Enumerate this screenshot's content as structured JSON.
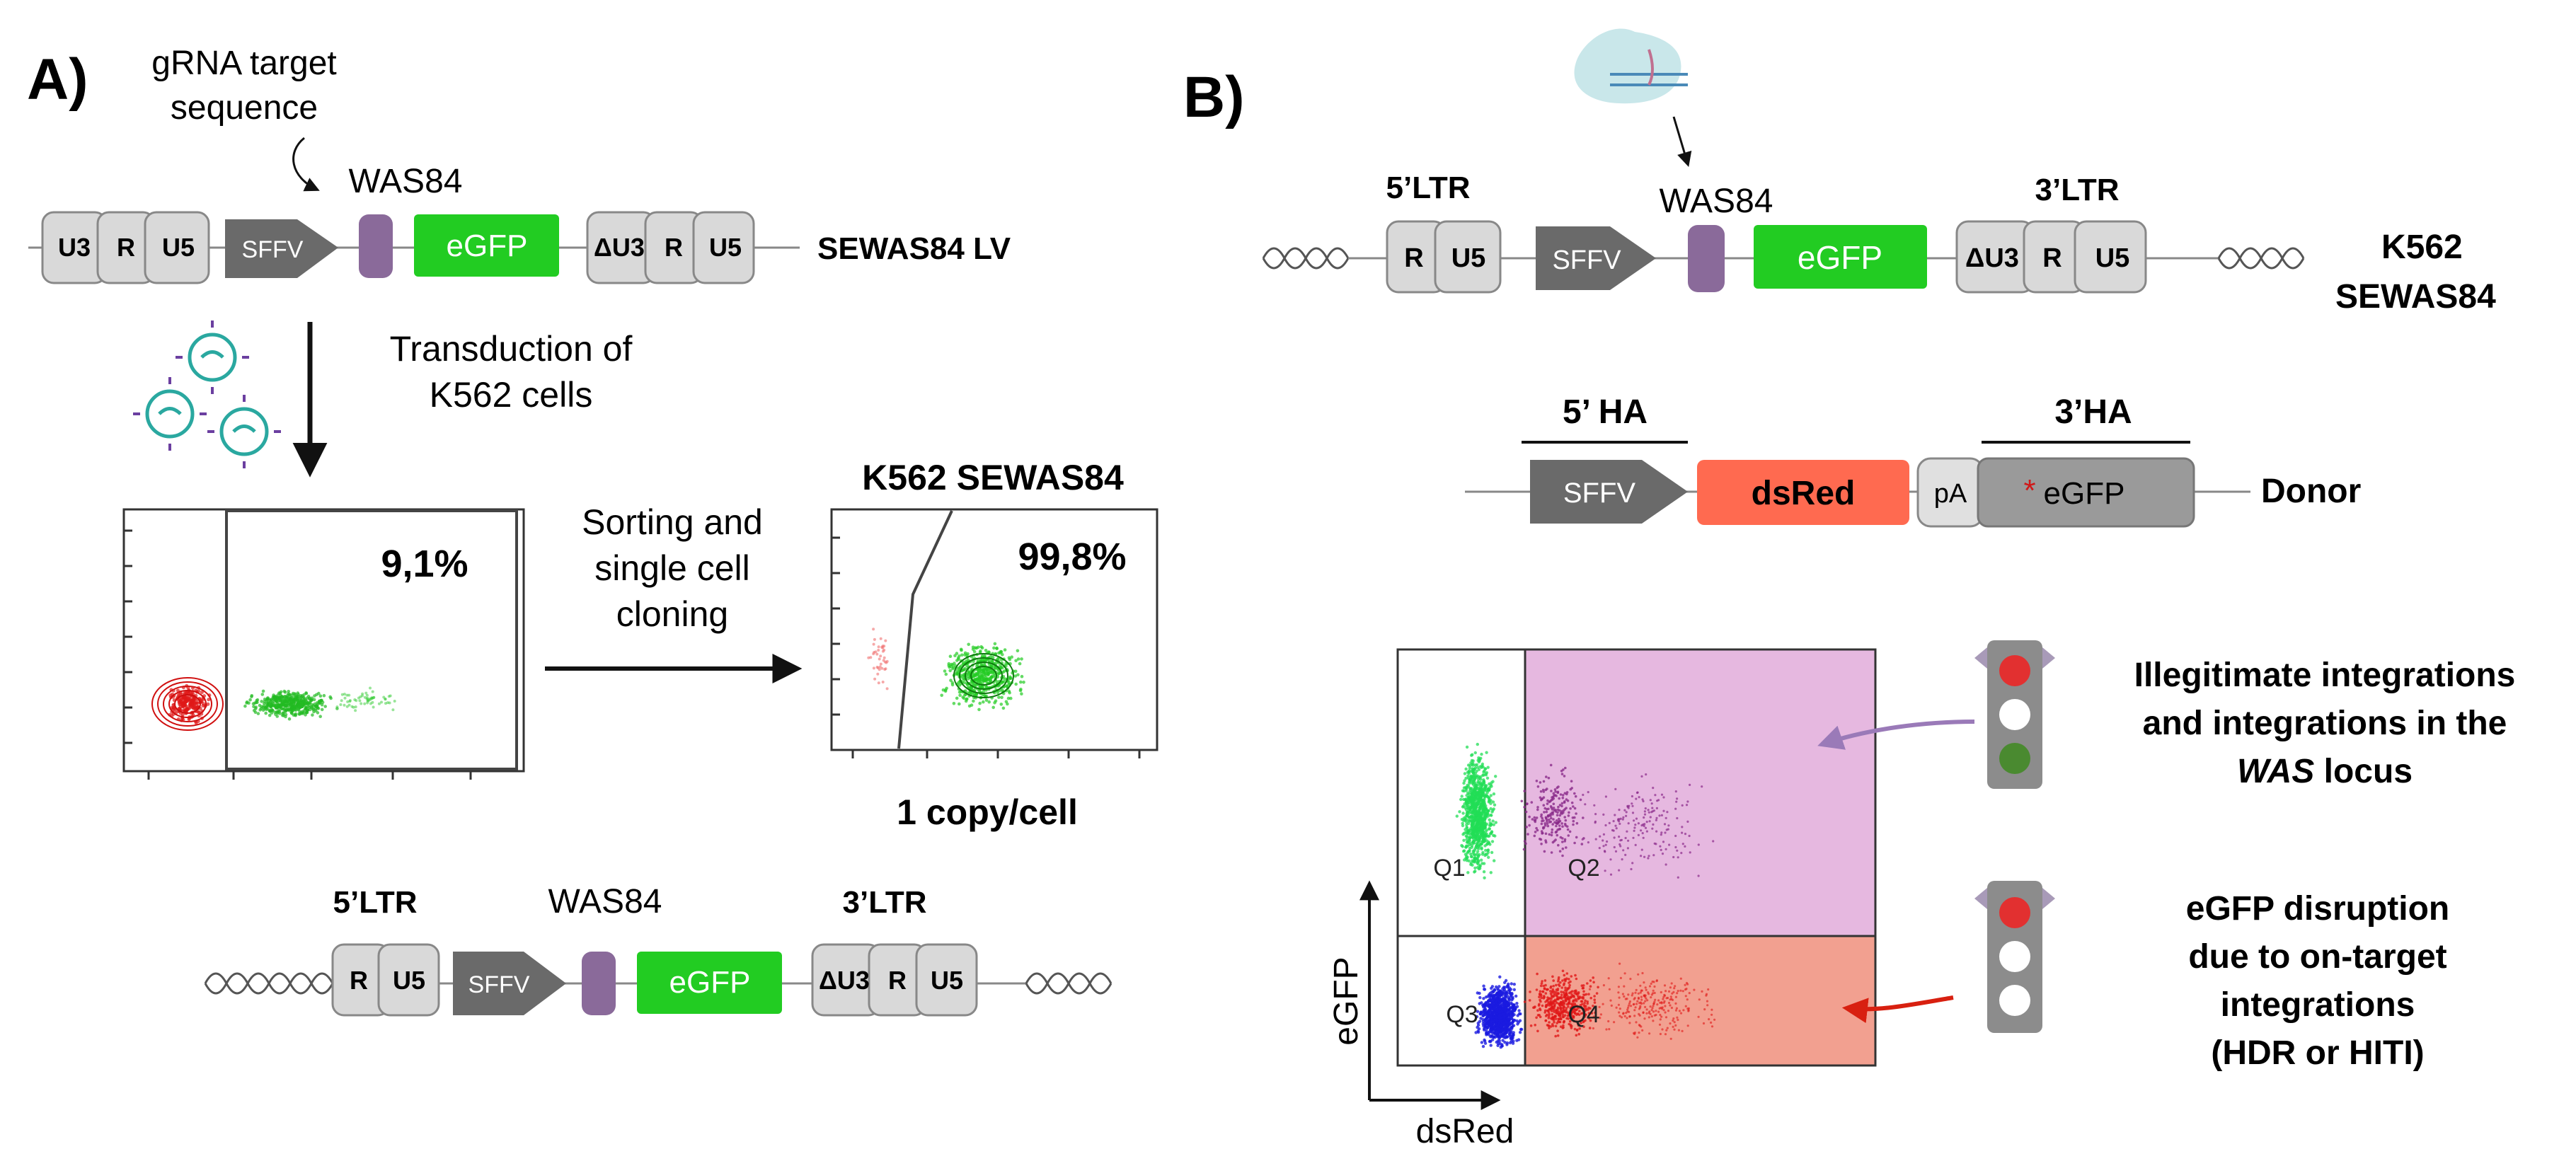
{
  "panel_a": {
    "label": "A)",
    "grna_label_line1": "gRNA target",
    "grna_label_line2": "sequence",
    "construct_top": {
      "was_label": "WAS84",
      "u3": "U3",
      "r": "R",
      "u5": "U5",
      "sffv": "SFFV",
      "egfp": "eGFP",
      "du3": "ΔU3",
      "r2": "R",
      "u5b": "U5",
      "name": "SEWAS84 LV"
    },
    "transduction_line1": "Transduction of",
    "transduction_line2": "K562 cells",
    "flow_left_pct": "9,1%",
    "sorting_line1": "Sorting and",
    "sorting_line2": "single cell",
    "sorting_line3": "cloning",
    "clone_title": "K562 SEWAS84",
    "flow_right_pct": "99,8%",
    "copy_label": "1 copy/cell",
    "construct_bottom": {
      "ltr5": "5’LTR",
      "was_label": "WAS84",
      "ltr3": "3’LTR",
      "r": "R",
      "u5": "U5",
      "sffv": "SFFV",
      "egfp": "eGFP",
      "du3": "ΔU3",
      "r2": "R",
      "u5b": "U5"
    }
  },
  "panel_b": {
    "label": "B)",
    "construct": {
      "ltr5": "5’LTR",
      "was_label": "WAS84",
      "ltr3": "3’LTR",
      "r": "R",
      "u5": "U5",
      "sffv": "SFFV",
      "egfp": "eGFP",
      "du3": "ΔU3",
      "r2": "R",
      "u5b": "U5",
      "name_line1": "K562",
      "name_line2": "SEWAS84"
    },
    "donor": {
      "ha5": "5’ HA",
      "ha3": "3’HA",
      "sffv": "SFFV",
      "dsred": "dsRed",
      "pa": "pA",
      "star": "*",
      "egfp": "eGFP",
      "name": "Donor"
    },
    "plot": {
      "xlabel": "dsRed",
      "ylabel": "eGFP",
      "q1": "Q1",
      "q2": "Q2",
      "q3": "Q3",
      "q4": "Q4"
    },
    "legend_top": [
      "Illegitimate integrations",
      "and integrations in the",
      "WAS",
      " locus"
    ],
    "legend_bottom": [
      "eGFP disruption",
      "due to on-target",
      "integrations",
      "(HDR or HITI)"
    ]
  },
  "colors": {
    "egfp": "#22cc22",
    "linker": "#8a6a9a",
    "sffv": "#6a6a6a",
    "box": "#d9d9d9",
    "dsred": "#ff6a50",
    "q2_fill": "#e6b8e0",
    "q4_fill": "#f2a090"
  }
}
